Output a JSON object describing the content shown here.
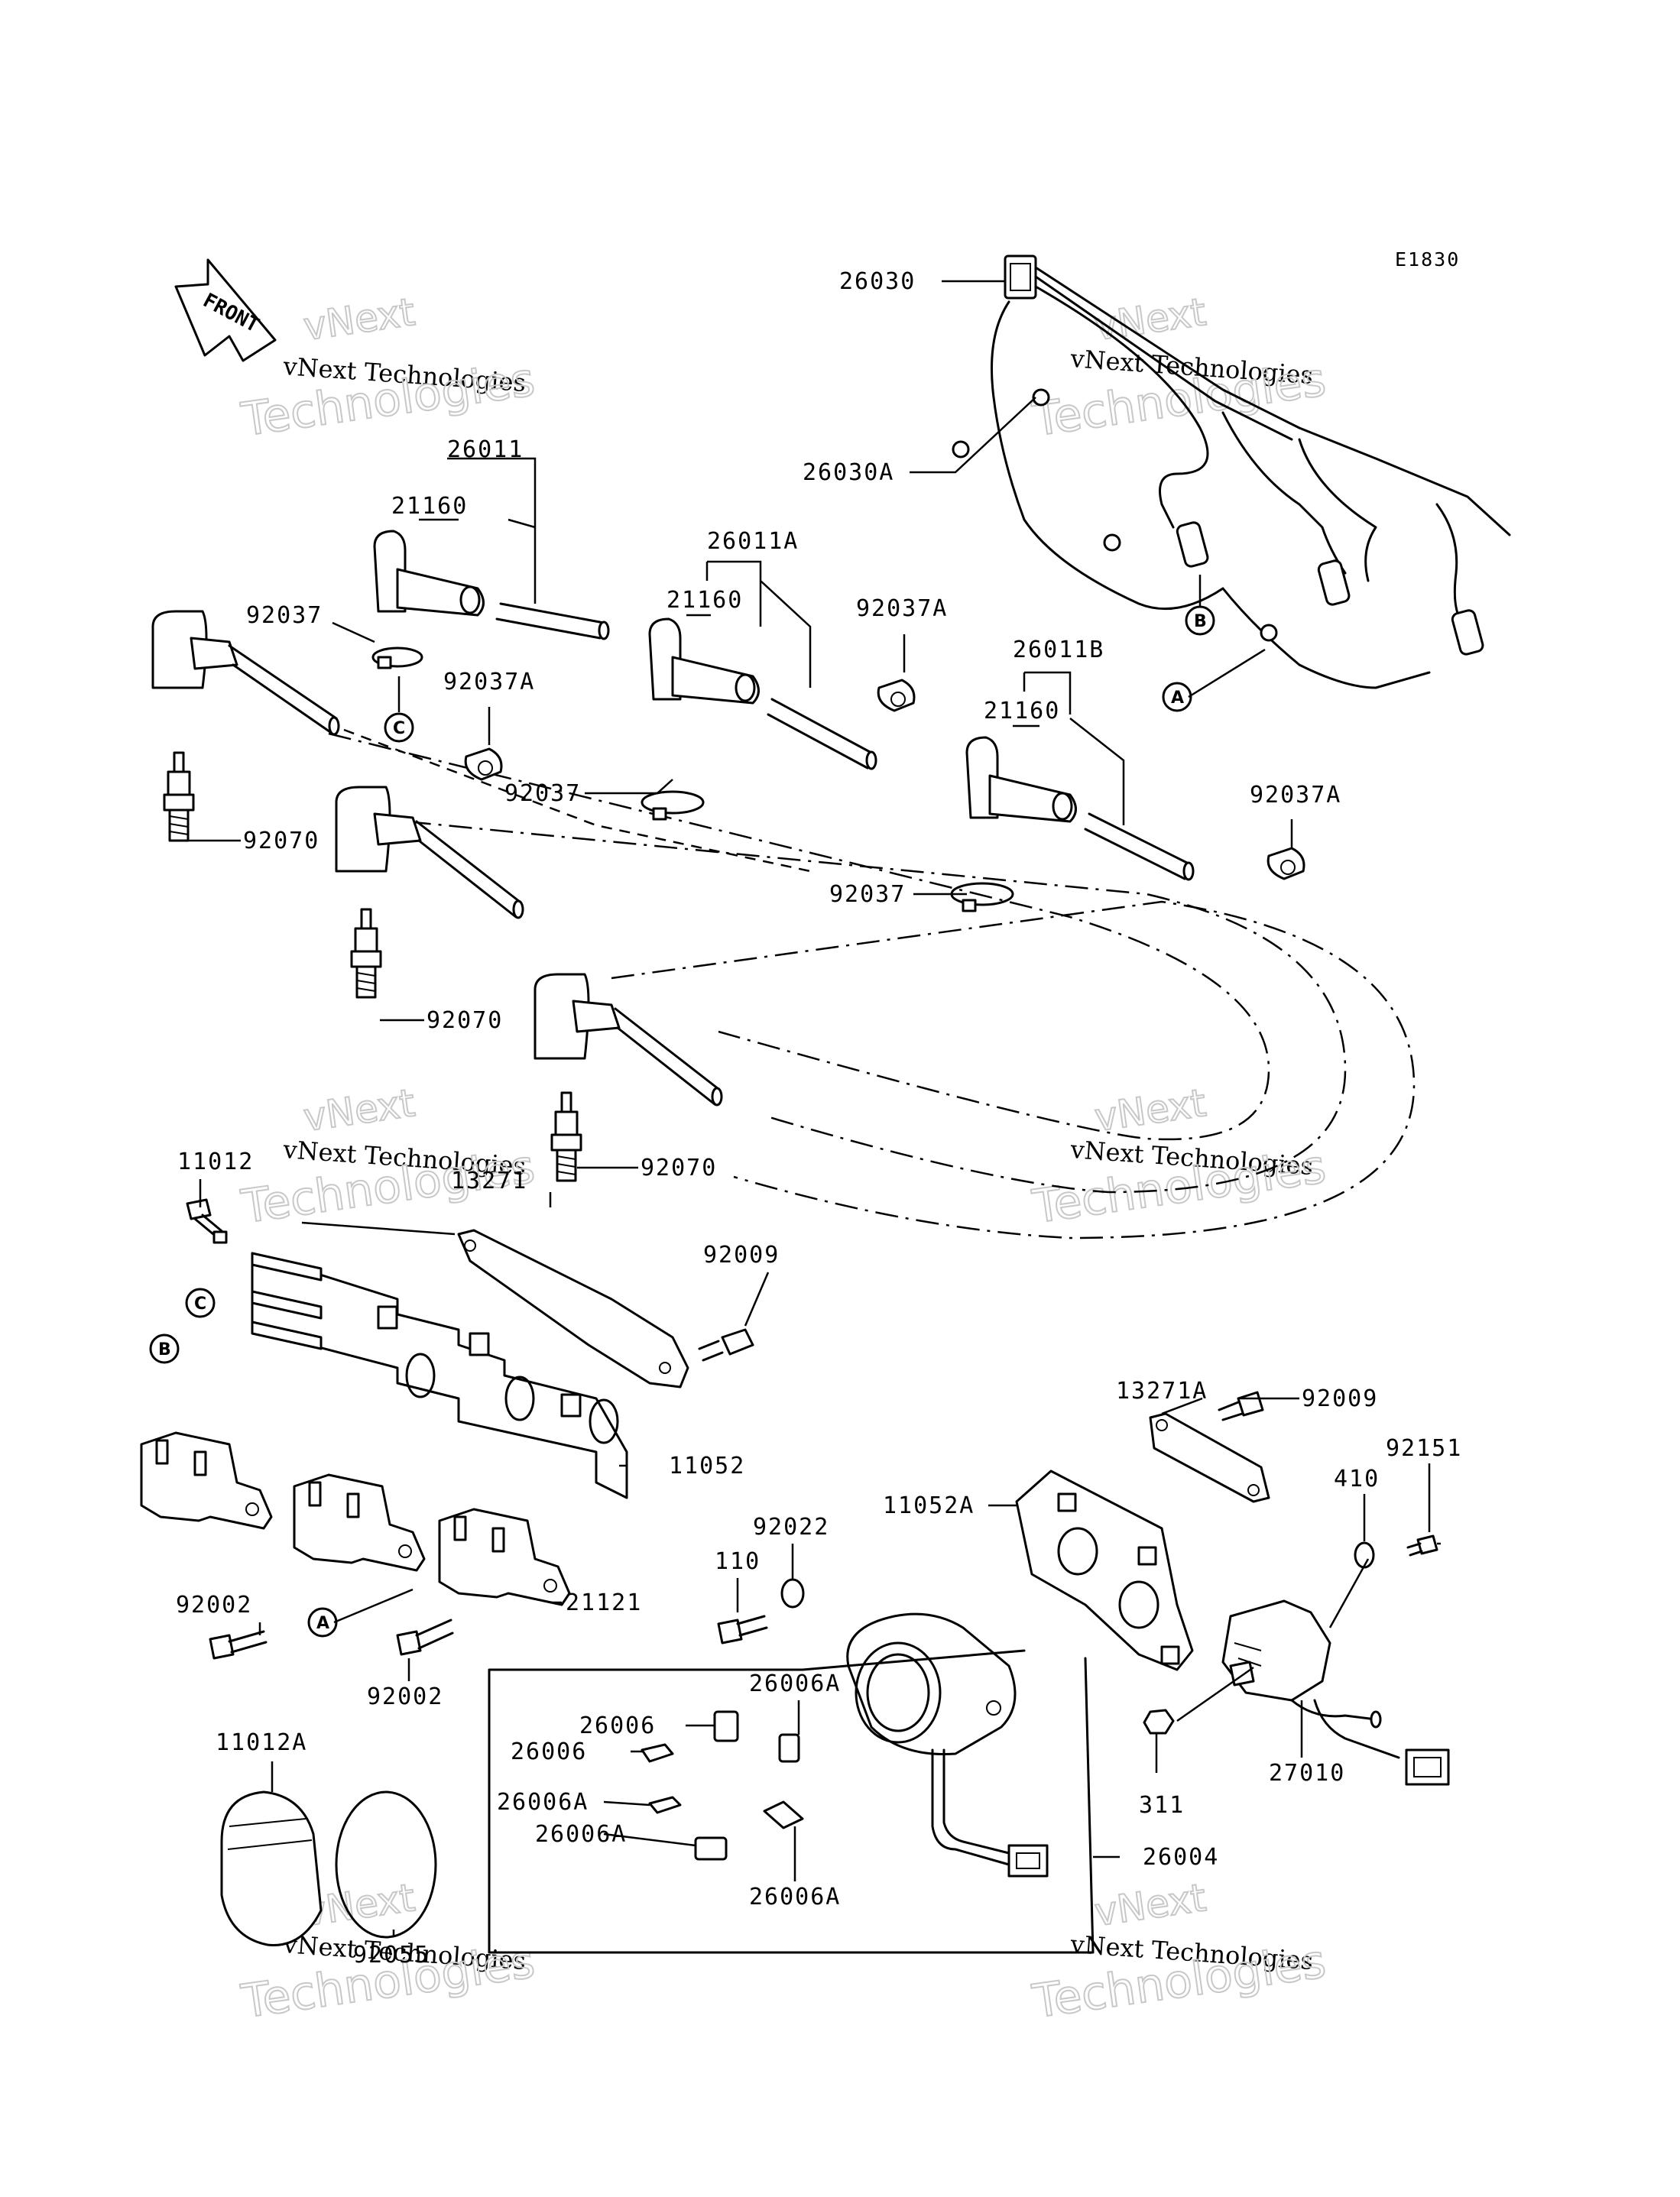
{
  "diagram_code": "E1830",
  "front_label": "FRONT",
  "watermark": {
    "line1": "vNext",
    "line2": "vNext Technologies",
    "line3": "Technologies"
  },
  "parts": [
    "26030",
    "26030A",
    "26011",
    "21160",
    "26011A",
    "21160",
    "92037A",
    "26011B",
    "21160",
    "92037",
    "92037A",
    "92037",
    "92037A",
    "92037",
    "92070",
    "92070",
    "92070",
    "11012",
    "13271",
    "92009",
    "13271A",
    "92009",
    "92151",
    "410",
    "11052",
    "11052A",
    "92022",
    "110",
    "92002",
    "21121",
    "92002",
    "26006",
    "26006A",
    "26006",
    "26006A",
    "26006A",
    "26006A",
    "27010",
    "311",
    "26004",
    "11012A",
    "92055"
  ],
  "refs": [
    "A",
    "B",
    "C",
    "C",
    "B",
    "A"
  ]
}
